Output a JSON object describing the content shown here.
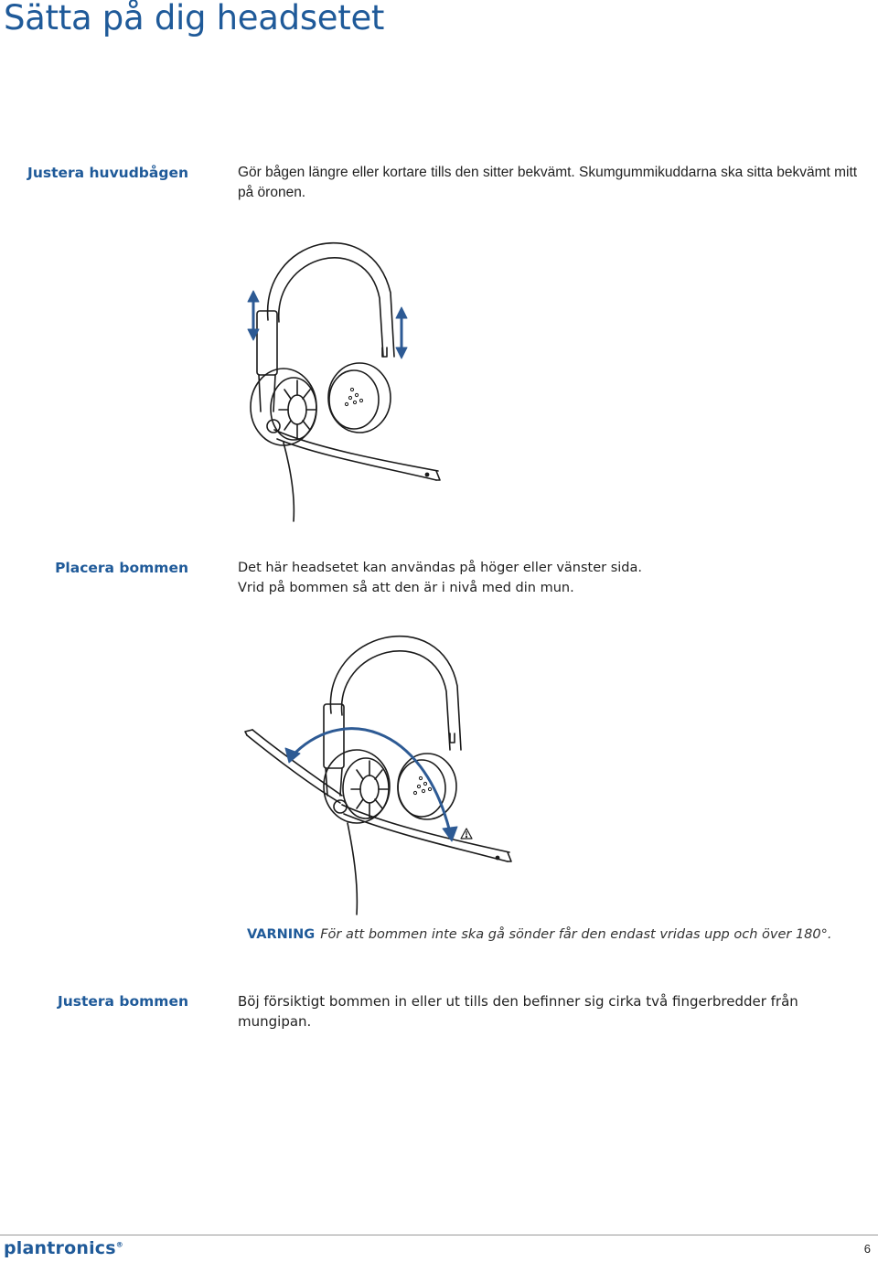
{
  "page_title": "Sätta på dig headsetet",
  "sections": [
    {
      "label": "Justera huvudbågen",
      "text": "Gör bågen längre eller kortare tills den sitter bekvämt. Skumgummikuddarna ska sitta bekvämt mitt på öronen."
    },
    {
      "label": "Placera bommen",
      "text_line1": "Det här headsetet kan användas på höger eller vänster sida.",
      "text_line2": "Vrid på bommen så att den är i nivå med din mun."
    },
    {
      "label": "Justera bommen",
      "text": "Böj försiktigt bommen in eller ut tills den befinner sig cirka två fingerbredder från mungipan."
    }
  ],
  "warning": {
    "label": "VARNING",
    "text": "För att bommen inte ska gå sönder får den endast vridas upp och över 180°."
  },
  "footer": {
    "logo": "plantronics",
    "logo_mark": "®",
    "page_number": "6"
  },
  "colors": {
    "accent": "#1f5a99",
    "line_art": "#1a1a1a",
    "arrow": "#2d5a94"
  },
  "icons": [
    "warning-triangle-icon"
  ]
}
